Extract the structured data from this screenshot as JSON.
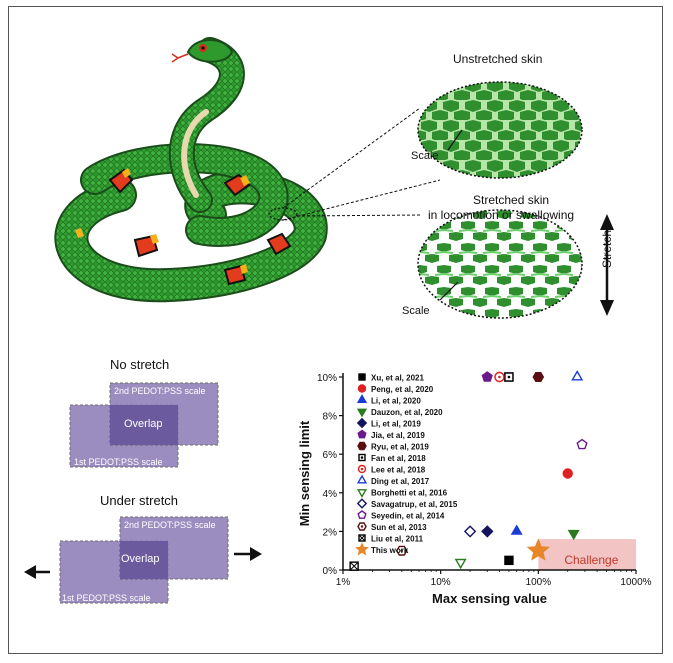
{
  "skin": {
    "unstretched_label": "Unstretched skin",
    "stretched_label_line1": "Stretched skin",
    "stretched_label_line2": "in locomotion or swallowing",
    "scale_label": "Scale",
    "stretch_label": "Stretch"
  },
  "overlap_diagram": {
    "no_stretch_title": "No stretch",
    "under_stretch_title": "Under stretch",
    "first_scale": "1st PEDOT:PSS scale",
    "second_scale": "2nd PEDOT:PSS scale",
    "overlap_label": "Overlap"
  },
  "colors": {
    "snake_green": "#2e9a2e",
    "scale_dark": "#1f6b22",
    "scale_light": "#b8e6a8",
    "pedot_purple": "#8a7ab5",
    "pedot_dark": "#6b5a9e",
    "challenge_fill": "#f2c4c4"
  },
  "chart_data": {
    "type": "scatter",
    "xlabel": "Max sensing value",
    "ylabel": "Min sensing limit",
    "xscale": "log",
    "xlim": [
      1,
      1000
    ],
    "ylim": [
      0,
      10
    ],
    "x_ticks": [
      "1%",
      "10%",
      "100%",
      "1000%"
    ],
    "y_ticks": [
      "0%",
      "2%",
      "4%",
      "6%",
      "8%",
      "10%"
    ],
    "annotation": "Challenge",
    "legend_position": "top-left",
    "series": [
      {
        "name": "Xu, et al, 2021",
        "marker": "square-filled",
        "color": "#000000",
        "points": [
          [
            50,
            0.5
          ],
          [
            50,
            10
          ]
        ]
      },
      {
        "name": "Peng, et al, 2020",
        "marker": "circle-filled",
        "color": "#e02020",
        "points": [
          [
            200,
            5
          ],
          [
            40,
            10
          ]
        ]
      },
      {
        "name": "Li, et al, 2020",
        "marker": "triangle-filled",
        "color": "#1a3bd6",
        "points": [
          [
            60,
            2
          ]
        ]
      },
      {
        "name": "Dauzon, et al, 2020",
        "marker": "triangle-down-filled",
        "color": "#2a7a1e",
        "points": [
          [
            230,
            1.9
          ]
        ]
      },
      {
        "name": "Li, et al, 2019",
        "marker": "diamond-filled",
        "color": "#14145e",
        "points": [
          [
            30,
            2
          ]
        ]
      },
      {
        "name": "Jia, et al, 2019",
        "marker": "pentagon-filled",
        "color": "#6a1a8a",
        "points": [
          [
            30,
            10
          ]
        ]
      },
      {
        "name": "Ryu, et al, 2019",
        "marker": "hexagon-filled",
        "color": "#5a1010",
        "points": [
          [
            100,
            10
          ]
        ]
      },
      {
        "name": "Fan et al, 2018",
        "marker": "square-dot",
        "color": "#000000",
        "points": [
          [
            50,
            10
          ]
        ]
      },
      {
        "name": "Lee et al, 2018",
        "marker": "circle-dot",
        "color": "#e02020",
        "points": [
          [
            40,
            10
          ]
        ]
      },
      {
        "name": "Ding et al, 2017",
        "marker": "triangle-open",
        "color": "#1a3bd6",
        "points": [
          [
            250,
            10
          ]
        ]
      },
      {
        "name": "Borghetti et al, 2016",
        "marker": "triangle-down-open",
        "color": "#2a7a1e",
        "points": [
          [
            16,
            0.4
          ]
        ]
      },
      {
        "name": "Savagatrup, et al, 2015",
        "marker": "diamond-open",
        "color": "#14145e",
        "points": [
          [
            20,
            2
          ]
        ]
      },
      {
        "name": "Seyedin, et al, 2014",
        "marker": "pentagon-open",
        "color": "#6a1a8a",
        "points": [
          [
            280,
            6.5
          ]
        ]
      },
      {
        "name": "Sun et al, 2013",
        "marker": "hexagon-open",
        "color": "#5a1010",
        "points": [
          [
            4,
            1
          ]
        ]
      },
      {
        "name": "Liu et al, 2011",
        "marker": "square-x",
        "color": "#000000",
        "points": [
          [
            1.3,
            0.2
          ]
        ]
      },
      {
        "name": "This work",
        "marker": "star",
        "color": "#e8872a",
        "points": [
          [
            100,
            1
          ]
        ]
      }
    ]
  }
}
